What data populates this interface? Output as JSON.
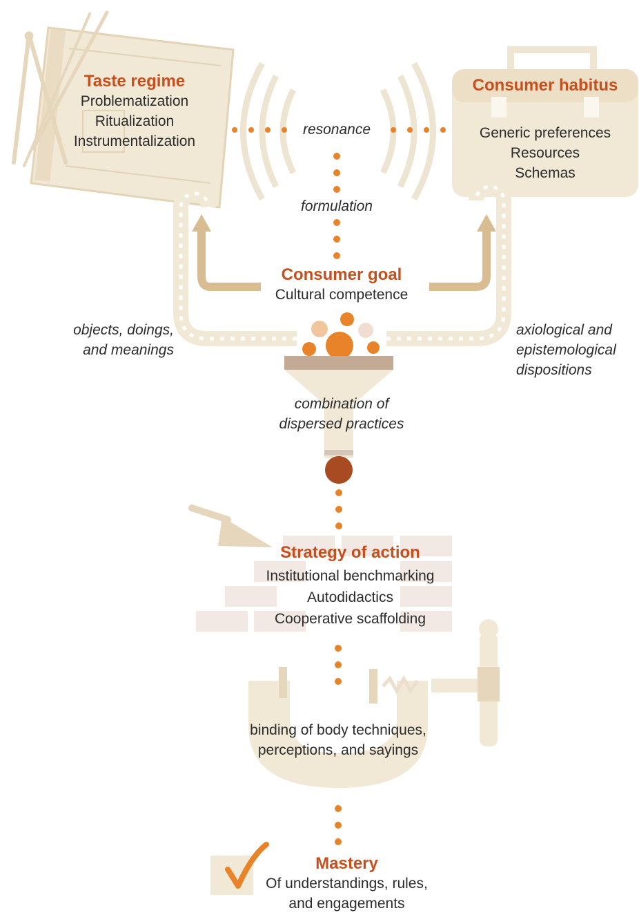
{
  "taste_regime": {
    "title": "Taste regime",
    "items": [
      "Problematization",
      "Ritualization",
      "Instrumentalization"
    ]
  },
  "consumer_habitus": {
    "title": "Consumer habitus",
    "items": [
      "Generic preferences",
      "Resources",
      "Schemas"
    ]
  },
  "connectors": {
    "resonance": "resonance",
    "formulation": "formulation",
    "left": [
      "objects, doings,",
      "and meanings"
    ],
    "right": [
      "axiological and",
      "epistemological",
      "dispositions"
    ],
    "funnel": [
      "combination of",
      "dispersed practices"
    ],
    "clamp": [
      "binding of body techniques,",
      "perceptions, and sayings"
    ]
  },
  "consumer_goal": {
    "title": "Consumer goal",
    "subtitle": "Cultural competence"
  },
  "strategy": {
    "title": "Strategy of action",
    "items": [
      "Institutional benchmarking",
      "Autodidactics",
      "Cooperative scaffolding"
    ]
  },
  "mastery": {
    "title": "Mastery",
    "items": [
      "Of understandings, rules,",
      "and engagements"
    ]
  },
  "colors": {
    "accent": "#c5501e",
    "orange": "#e8832a",
    "beige": "#f1e8d6",
    "tan": "#d8bd93",
    "brown": "#a84a22"
  }
}
